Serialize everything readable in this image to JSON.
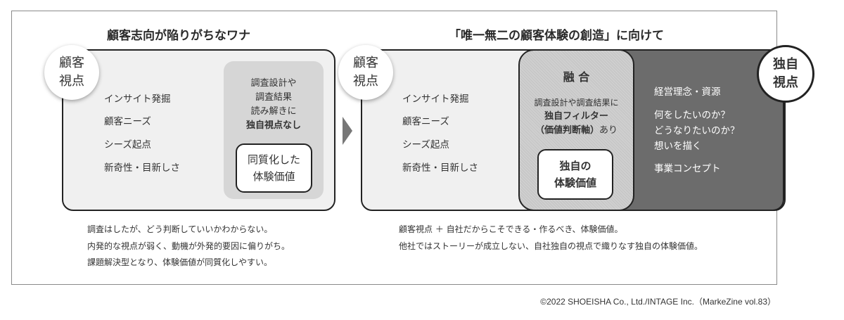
{
  "left": {
    "title": "顧客志向が陥りがちなワナ",
    "circle": [
      "顧客",
      "視点"
    ],
    "items": [
      "インサイト発掘",
      "顧客ニーズ",
      "シーズ起点",
      "新奇性・目新しさ"
    ],
    "gray_lines": [
      "調査設計や",
      "調査結果",
      "読み解きに"
    ],
    "gray_bold": "独自視点なし",
    "box": [
      "同質化した",
      "体験価値"
    ],
    "notes": [
      "調査はしたが、どう判断していいかわからない。",
      "内発的な視点が弱く、動機が外発的要因に偏りがち。",
      "課題解決型となり、体験価値が同質化しやすい。"
    ]
  },
  "right": {
    "title": "「唯一無二の顧客体験の創造」に向けて",
    "circle": [
      "顧客",
      "視点"
    ],
    "items": [
      "インサイト発掘",
      "顧客ニーズ",
      "シーズ起点",
      "新奇性・目新しさ"
    ],
    "fusion": {
      "heading": "融 合",
      "line1": "調査設計や調査結果に",
      "bold1": "独自フィルター",
      "bold2": "（価値判断軸）",
      "suffix": "あり",
      "box": [
        "独自の",
        "体験価値"
      ]
    },
    "own_circle": [
      "独自",
      "視点"
    ],
    "own_items": [
      "経営理念・資源",
      "何をしたいのか？",
      "どうなりたいのか？",
      "想いを描く",
      "事業コンセプト"
    ],
    "notes": [
      "顧客視点 ＋ 自社だからこそできる・作るべき、体験価値。",
      "他社ではストーリーが成立しない、自社独自の視点で織りなす独自の体験価値。"
    ]
  },
  "copyright": "©2022 SHOEISHA Co., Ltd./INTAGE Inc.（MarkeZine vol.83）"
}
